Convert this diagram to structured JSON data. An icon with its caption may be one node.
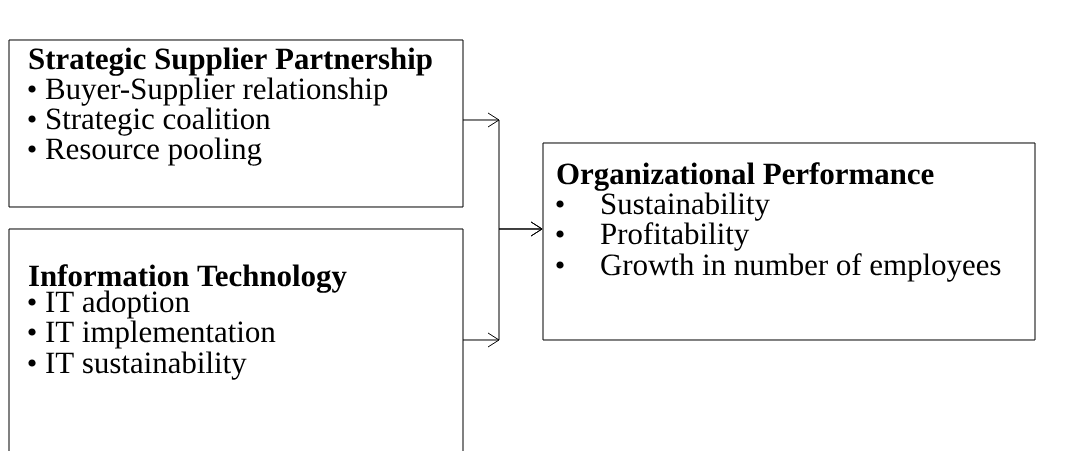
{
  "diagram": {
    "nodes": [
      {
        "text": [
          "Strategic Supplier Partnership",
          "Buyer-Supplier relationship",
          "Strategic coalition",
          "Resource pooling"
        ]
      },
      {
        "text": [
          "Information Technology",
          "IT adoption",
          "IT implementation",
          "IT sustainability"
        ]
      },
      {
        "text": [
          "Organizational Performance",
          "Sustainability",
          "Profitability",
          "Growth in number of employees"
        ]
      }
    ],
    "edges": [
      {
        "from": 0,
        "to": 2,
        "arrow": "to"
      },
      {
        "from": 1,
        "to": 2,
        "arrow": "to"
      }
    ]
  }
}
